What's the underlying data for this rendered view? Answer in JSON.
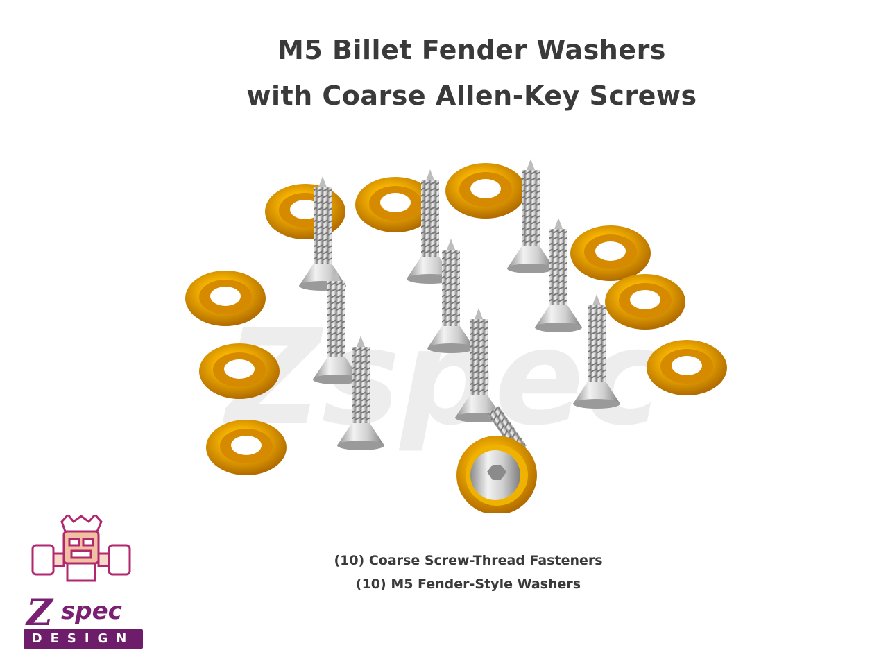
{
  "title": {
    "line1": "M5 Billet Fender Washers",
    "line2": "with Coarse Allen-Key Screws"
  },
  "captions": {
    "line1": "(10) Coarse Screw-Thread Fasteners",
    "line2": "(10) M5 Fender-Style Washers"
  },
  "brand": {
    "watermark": "Zspec",
    "logo_z": "Z",
    "logo_spec": "spec",
    "logo_design": "DESIGN"
  },
  "colors": {
    "washer_gold": "#f0a800",
    "washer_dark": "#b56f00",
    "screw_silver": "#c9c9c9",
    "brand_purple": "#6d1d69",
    "text": "#3a3a3a"
  }
}
